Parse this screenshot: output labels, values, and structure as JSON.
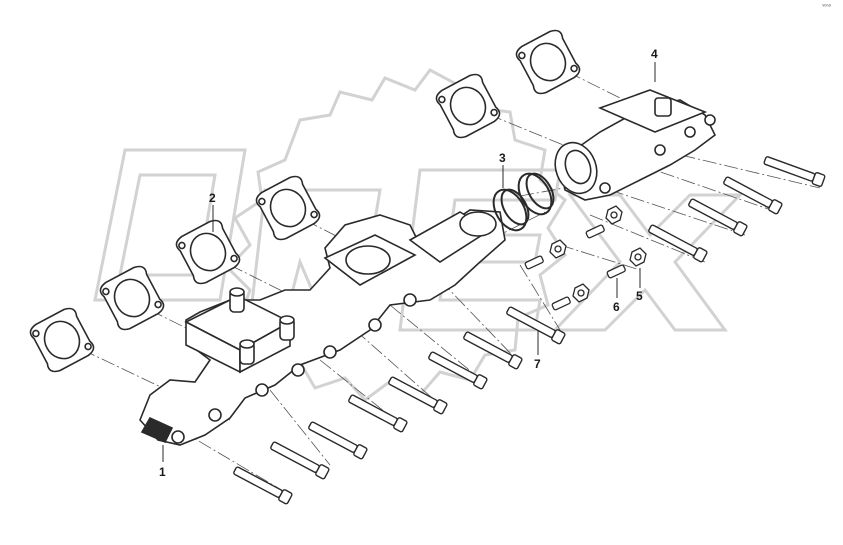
{
  "callouts": [
    {
      "id": "1",
      "label": "1"
    },
    {
      "id": "2",
      "label": "2"
    },
    {
      "id": "3",
      "label": "3"
    },
    {
      "id": "4",
      "label": "4"
    },
    {
      "id": "5",
      "label": "5"
    },
    {
      "id": "6",
      "label": "6"
    },
    {
      "id": "7",
      "label": "7"
    }
  ],
  "watermark": {
    "text": "OREX",
    "color": "#d8d8d8"
  },
  "corner_mark": "ᵛᵒⁿᵒ",
  "colors": {
    "line": "#2a2a2a",
    "dash": "#555555",
    "shade": "#9a9a9a"
  }
}
